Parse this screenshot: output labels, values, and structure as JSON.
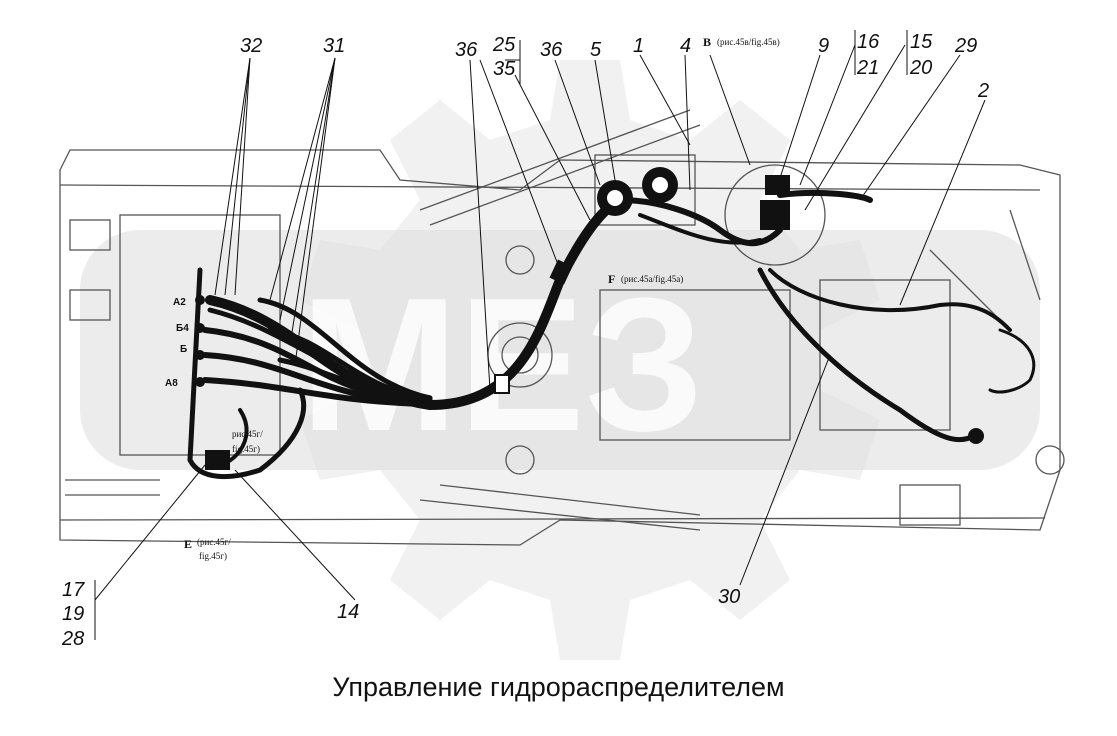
{
  "caption": "Управление гидрораспределителем",
  "callouts": [
    "32",
    "31",
    "36",
    "25",
    "35",
    "36",
    "5",
    "1",
    "4",
    "9",
    "16",
    "21",
    "15",
    "20",
    "29",
    "2",
    "17",
    "19",
    "28",
    "14",
    "30"
  ],
  "view_refs": {
    "B": {
      "letter": "B",
      "text": "(рис.45в/fig.45в)"
    },
    "F": {
      "letter": "F",
      "text": "(рис.45а/fig.45а)"
    },
    "E": {
      "letter": "E",
      "text": "(рис.45г/",
      "text2": "fig.45г)"
    },
    "D": {
      "text": "рис.45г/",
      "text2": "fig.45г)"
    }
  },
  "ports": [
    "А2",
    "Б4",
    "Б",
    "А8"
  ],
  "colors": {
    "line": "#111111",
    "watermark": "#e4e4e4",
    "frame": "#555555"
  }
}
